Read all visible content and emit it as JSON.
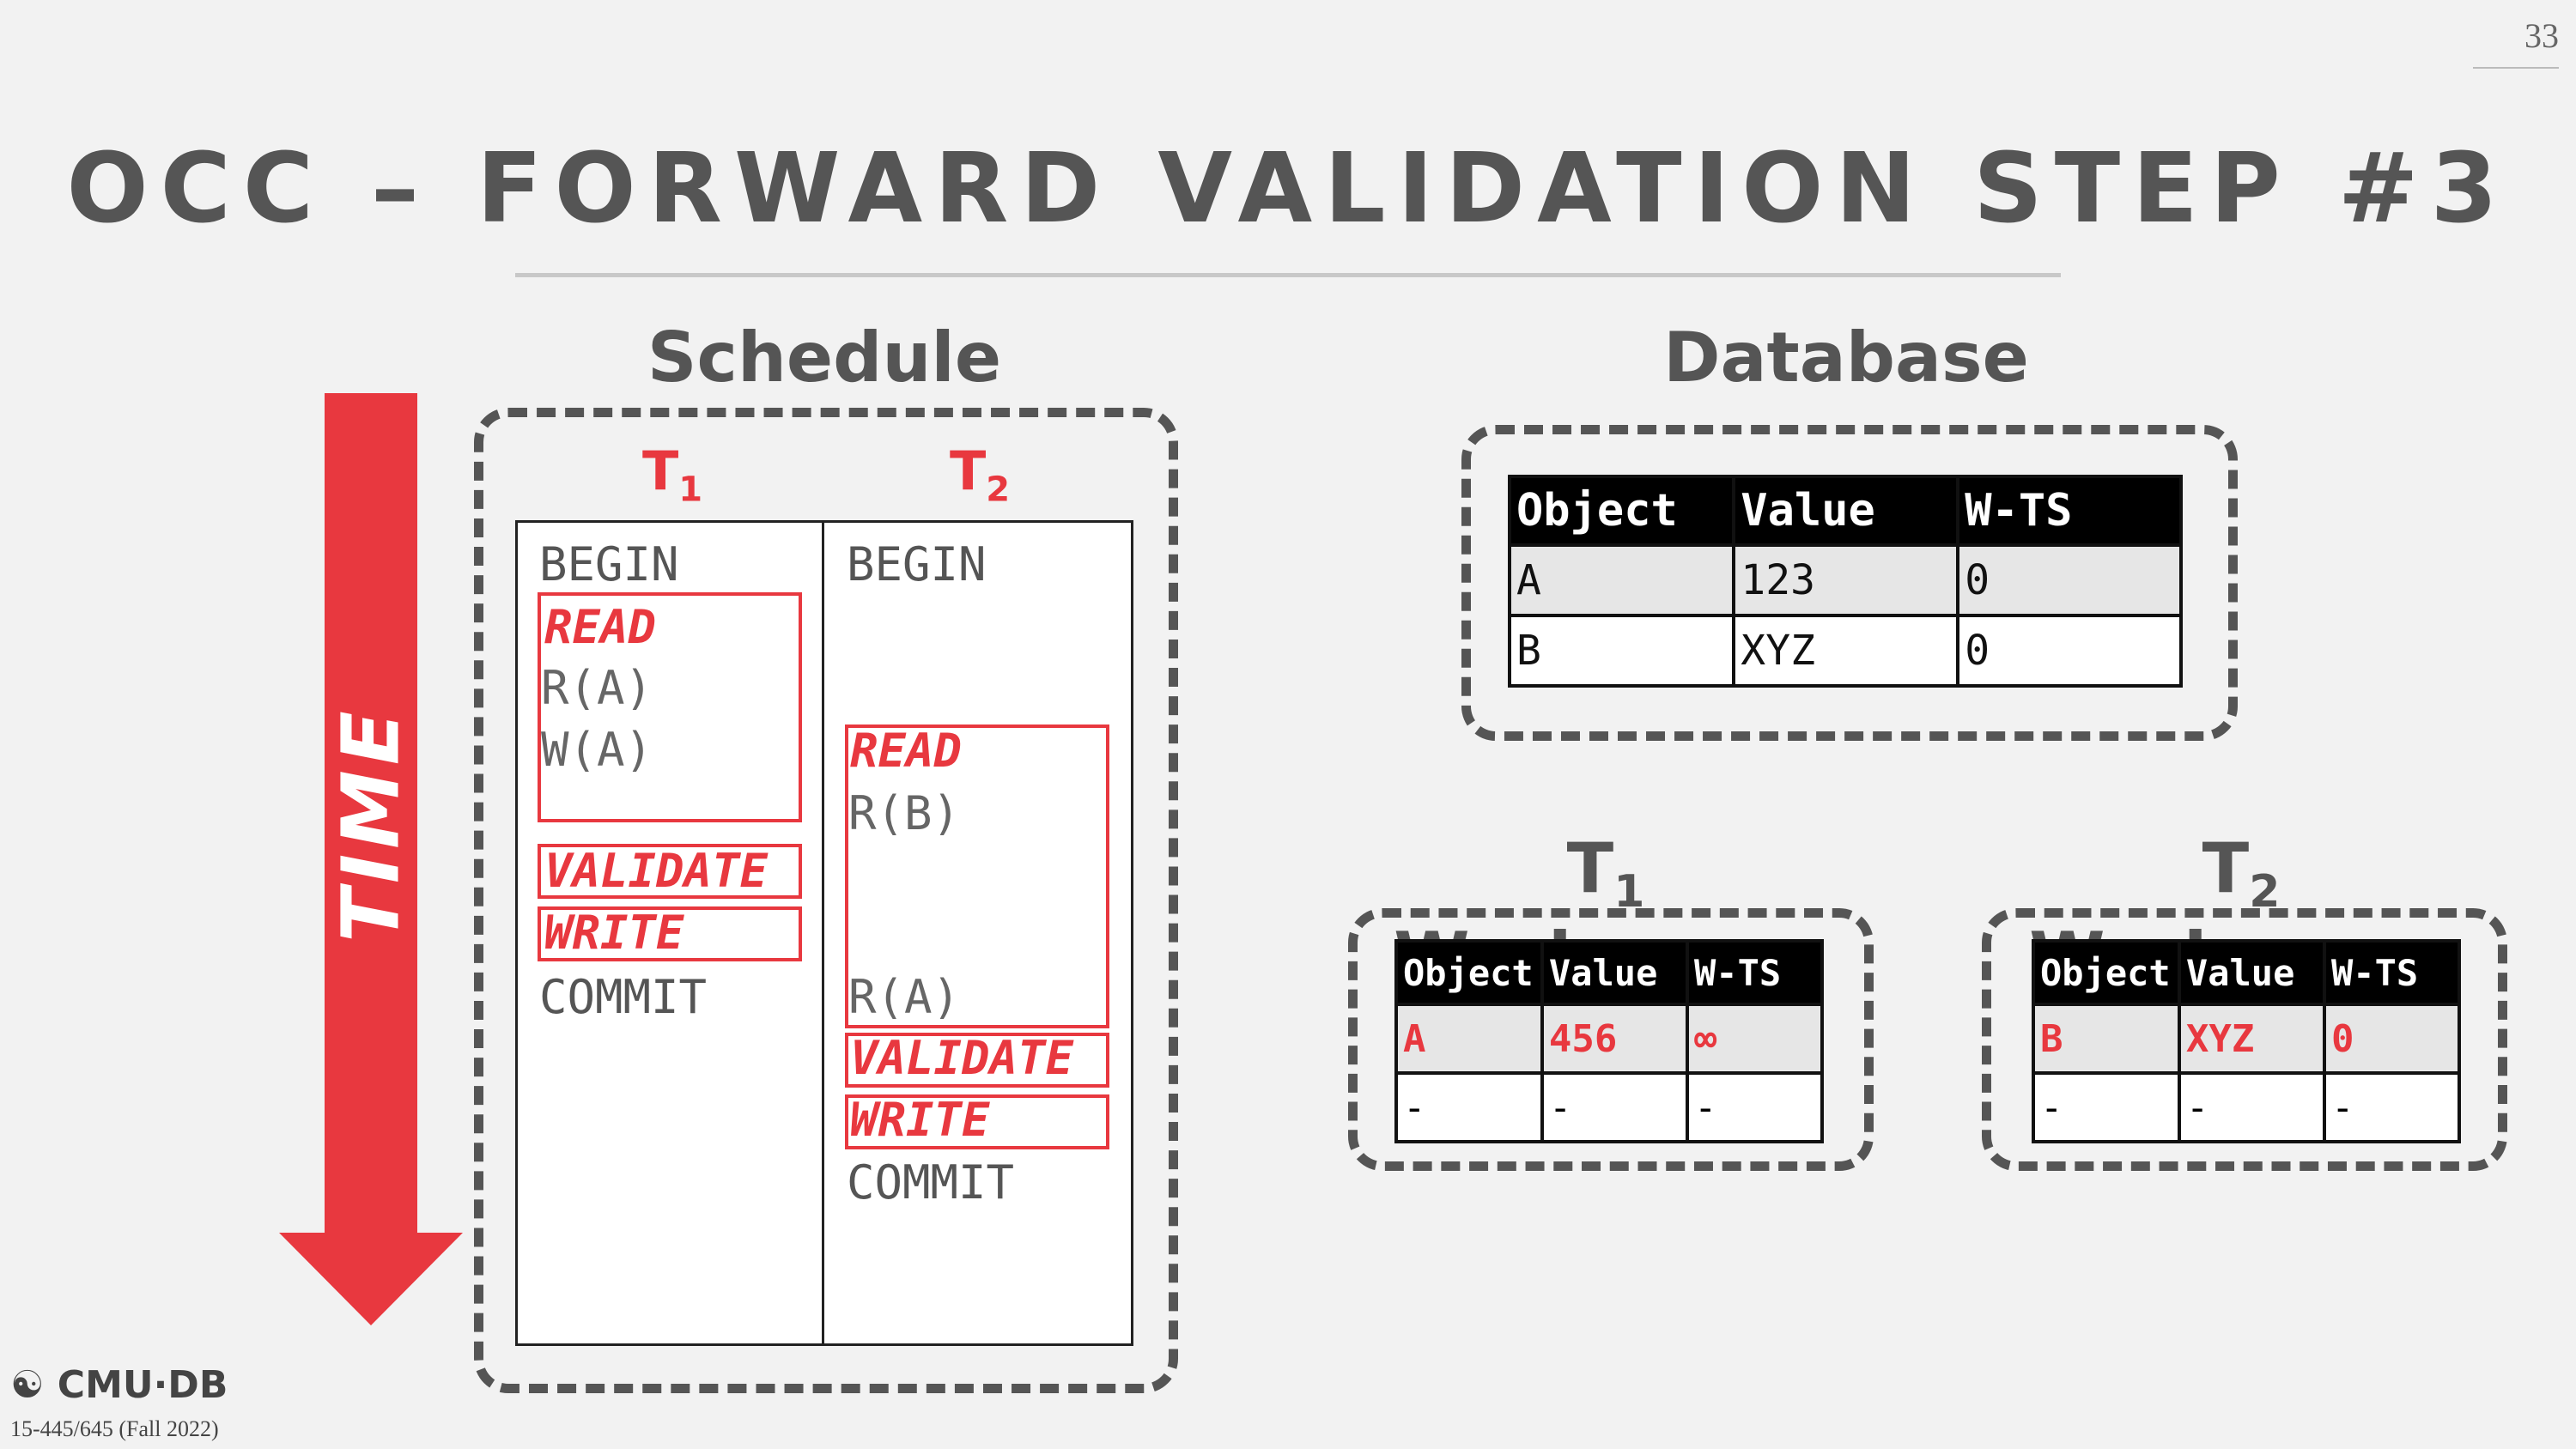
{
  "page_number": "33",
  "title": "OCC – FORWARD VALIDATION STEP #3",
  "time_label": "TIME",
  "schedule": {
    "heading": "Schedule",
    "t1": {
      "label": "T",
      "sub": "1",
      "begin": "BEGIN",
      "read": "READ",
      "ops": [
        "R(A)",
        "W(A)"
      ],
      "validate": "VALIDATE",
      "write": "WRITE",
      "commit": "COMMIT"
    },
    "t2": {
      "label": "T",
      "sub": "2",
      "begin": "BEGIN",
      "read": "READ",
      "op1": "R(B)",
      "op2": "R(A)",
      "validate": "VALIDATE",
      "write": "WRITE",
      "commit": "COMMIT"
    }
  },
  "database": {
    "heading": "Database",
    "columns": [
      "Object",
      "Value",
      "W-TS"
    ],
    "rows": [
      [
        "A",
        "123",
        "0"
      ],
      [
        "B",
        "XYZ",
        "0"
      ]
    ]
  },
  "t1_workspace": {
    "heading_t": "T",
    "heading_sub": "1",
    "heading_rest": " Workspace",
    "columns": [
      "Object",
      "Value",
      "W-TS"
    ],
    "rows": [
      [
        "A",
        "456",
        "∞"
      ],
      [
        "-",
        "-",
        "-"
      ]
    ]
  },
  "t2_workspace": {
    "heading_t": "T",
    "heading_sub": "2",
    "heading_rest": " Workspace",
    "columns": [
      "Object",
      "Value",
      "W-TS"
    ],
    "rows": [
      [
        "B",
        "XYZ",
        "0"
      ],
      [
        "-",
        "-",
        "-"
      ]
    ]
  },
  "footer": {
    "logo": "CMU·DB",
    "course": "15-445/645 (Fall 2022)"
  },
  "colors": {
    "accent": "#e8383f",
    "text": "#555555",
    "background": "#f2f2f2"
  }
}
